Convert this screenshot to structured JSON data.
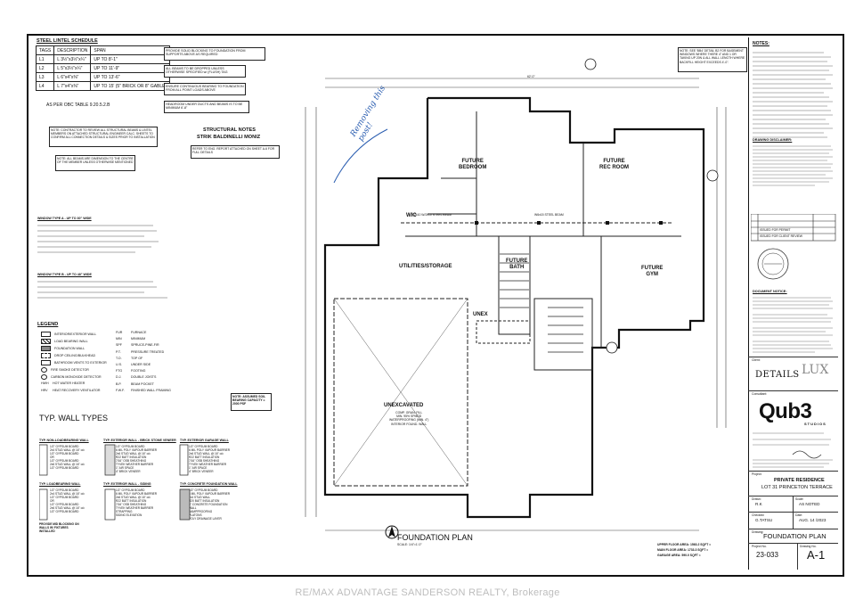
{
  "lintel": {
    "title": "STEEL LINTEL SCHEDULE",
    "headers": [
      "TAGS",
      "DESCRIPTION",
      "SPAN"
    ],
    "rows": [
      [
        "L1",
        "L 3½\"x3½\"x¼\"",
        "UP TO 8'-1\""
      ],
      [
        "L2",
        "L 5\"x3½\"x¼\"",
        "UP TO 11'-9\""
      ],
      [
        "L3",
        "L 6\"x4\"x⅜\"",
        "UP TO 13'-6\""
      ],
      [
        "L4",
        "L 7\"x4\"x⅜\"",
        "UP TO 15' (5\" BRICK OR 8\" GABLE)"
      ]
    ],
    "footnote": "AS PER OBC TABLE 9.20.5.2.B"
  },
  "notes_top": {
    "n1": "PROVIDE SOLID BLOCKING TO FOUNDATION FROM SUPPORTS ABOVE AS REQUIRED",
    "n2": "ALL BEAMS TO BE DROPPED UNLESS OTHERWISE SPECIFIED w/ (FLUSH) TAG",
    "n3": "ENSURE CONTINUOUS BEARING TO FOUNDATION FROM ALL POINT LOADS ABOVE",
    "n4": "HEADROOM UNDER DUCTS AND BEAMS IS TO BE MINIMUM 6'-8\"",
    "n5": "NOTE: CONTRACTOR TO REVIEW ALL STRUCTURAL BEAMS & LINTEL MEMBERS ON ATTACHED STRUCTURAL ENGINEER CALC. SHEETS TO CONFIRM ALL CONNECTION DETAILS & SIZES PRIOR TO INSTALLATION",
    "n6": "NOTE: ALL BEAMS ARE DIMENSION TO THE CENTRE OF THE MEMBER UNLESS OTHERWISE MENTIONED",
    "structural_title": "STRUCTURAL NOTES",
    "structural_name": "STRIK BALDINELLI MONIZ",
    "structural_text": "REFER TO ENG. REPORT ATTACHED ON SHEET A-6 FOR FULL DETAILS",
    "top_right_note": "NOTE: SEE 'BB4' DETAIL B2 FOR BASEMENT WINDOWS WHERE THERE 4\" AND 1 OR TAKING UP 20N & ALL WALL LENGTH WHERE BACKFILL HEIGHT EXCEEDS 4'-0\"."
  },
  "windows": {
    "type_a": "WINDOW TYPE A - UP TO 30\" WIDE",
    "type_b": "WINDOW TYPE B - UP TO 48\" WIDE"
  },
  "legend": {
    "title": "LEGEND",
    "items": [
      "INTERIOR/EXTERIOR WALL",
      "LOAD BEARING WALL",
      "FOUNDATION WALL",
      "DROP CEILING/BULKHEAD",
      "BATHROOM VENTS TO EXTERIOR",
      "FIRE SMOKE DETECTOR",
      "CARBON MONOXIDE DETECTOR",
      "HOT WATER HEATER",
      "HEAT RECOVERY VENTILATOR"
    ],
    "abbr": [
      [
        "FUR",
        "FURNACE"
      ],
      [
        "MIN",
        "MINIMUM"
      ],
      [
        "SPF",
        "SPRUCE-PINE-FIR"
      ],
      [
        "P.T.",
        "PRESSURE TREATED"
      ],
      [
        "T.O.",
        "TOP OF"
      ],
      [
        "U.S.",
        "UNDER SIDE"
      ],
      [
        "FTG",
        "FOOTING"
      ],
      [
        "D.J.",
        "DOUBLE JOISTS"
      ],
      [
        "B.P.",
        "BEAM POCKET"
      ],
      [
        "F.W.F.",
        "FINISHED WALL FRAMING"
      ]
    ],
    "sym_hwh": "HWH",
    "sym_hrv": "HRV"
  },
  "soil_note": "NOTE: ASSUMED SOIL BEARING CAPACITY = 2000 PSF",
  "wall_types": {
    "title": "TYP. WALL TYPES",
    "types": [
      {
        "name": "TYP. NON-LOADBEARING WALL",
        "body": "1/2\" GYPSUM BOARD\n2x4 STUD WALL @ 16\" o/c\n1/2\" GYPSUM BOARD\nOR\n1/2\" GYPSUM BOARD\n2x6 STUD WALL @ 16\" o/c\n1/2\" GYPSUM BOARD"
      },
      {
        "name": "TYP. EXTERIOR WALL - BRICK STONE VENEER",
        "body": "1/2\" GYPSUM BOARD\n6 MIL POLY VAPOUR BARRIER\n2x6 STUD WALL @ 16\" o/c\nR22 BATT INSULATION\n7/16\" OSB SHEATHING\nTYVEK WEATHER BARRIER\n1\" AIR SPACE\n4\" BRICK VENEER"
      },
      {
        "name": "TYP. EXTERIOR GARAGE WALL",
        "body": "1/2\" GYPSUM BOARD\n6 MIL POLY VAPOUR BARRIER\n2x6 STUD WALL @ 16\" o/c\nR22 BATT INSULATION\n7/16\" OSB SHEATHING\nTYVEK WEATHER BARRIER\n1\" AIR SPACE\n4\" BRICK VENEER"
      },
      {
        "name": "TYP. LOADBEARING WALL",
        "body": "1/2\" GYPSUM BOARD\n2x4 STUD WALL @ 16\" o/c\n1/2\" GYPSUM BOARD\nOR\n1/2\" GYPSUM BOARD\n2x6 STUD WALL @ 16\" o/c\n1/2\" GYPSUM BOARD"
      },
      {
        "name": "TYP. EXTERIOR WALL - SIDING",
        "body": "1/2\" GYPSUM BOARD\n6 MIL POLY VAPOUR BARRIER\n2x6 STUD WALL @ 16\" o/c\nR22 BATT INSULATION\n7/16\" OSB SHEATHING\nTYVEK WEATHER BARRIER\nSTRAPPING\nSIDING ELEVATION"
      },
      {
        "name": "TYP. CONCRETE FOUNDATION WALL",
        "body": "1/2\" GYPSUM BOARD\n6 MIL POLY VAPOUR BARRIER\n2x4 STUD WALL\nR20 BATT INSULATION\n8\" CONCRETE FOUNDATION\nWALL\nDAMPPROOFING\nPLATONS\nPOLY DRAINAGE LAYER"
      }
    ],
    "footer": "PROVIDE MID BLOCKING ON WALLS W/ FIXTURES INSTALLED"
  },
  "rooms": {
    "bedroom": "FUTURE\nBEDROOM",
    "rec": "FUTURE\nREC ROOM",
    "wic": "WIC",
    "utility": "UTILITIES/STORAGE",
    "bath": "FUTURE\nBATH",
    "gym": "FUTURE\nGYM",
    "unex_small": "UNEX",
    "unexcavated": "UNEXCAVATED",
    "unexc_note": "COMP. GRAN. FILL\nMIN. 95% SPMDD\nWATERPROOFING (MIN. 4\")\nINTERIOR FOUND. WALL",
    "handwritten": "Removing this\npost!"
  },
  "plan": {
    "title": "FOUNDATION PLAN",
    "scale": "SCALE: 1/4\"=1'-0\"",
    "dim_total": "62'-0\"",
    "beam1": "2-2x10 W/2x10 STEEL BEAM",
    "beam2": "W6x15 STEEL BEAM"
  },
  "areas": {
    "upper": "UPPER FLOOR AREA: 1563.2 SQFT ≈",
    "main": "MAIN FLOOR AREA: 1733.3 SQFT ≈",
    "garage": "GARAGE AREA: 590.0 SQFT ≈"
  },
  "title_block": {
    "notes_title": "NOTES:",
    "drawing_disclaimer": "DRAWING DISCLAIMER:",
    "document_notice": "DOCUMENT NOTICE:",
    "client_label": "Client:",
    "consultant_label": "Consultant:",
    "details_logo": "DETAILS",
    "lux_logo": "LUX",
    "studio_logo": "Qub3",
    "studio_sub": "STUDIOS",
    "project_label": "Project:",
    "project_title": "PRIVATE RESIDENCE",
    "project_address": "LOT 31 PRINCETON TERRACE",
    "drawn_label": "Drawn:",
    "drawn": "R.K",
    "scale_label": "Scale:",
    "scale": "AS NOTED",
    "checked_label": "Checked:",
    "checked": "G.TATSU",
    "date_label": "Date:",
    "date": "AUG. 14 /2023",
    "drawing_label": "Drawing:",
    "drawing_title": "FOUNDATION PLAN",
    "project_no_label": "Project No.",
    "project_no": "23-033",
    "drawing_no_label": "Drawing No.",
    "drawing_no": "A-1",
    "rev1": "ISSUED FOR PERMIT",
    "rev2": "ISSUED FOR CLIENT REVIEW"
  },
  "watermark": "RE/MAX ADVANTAGE SANDERSON REALTY, Brokerage"
}
